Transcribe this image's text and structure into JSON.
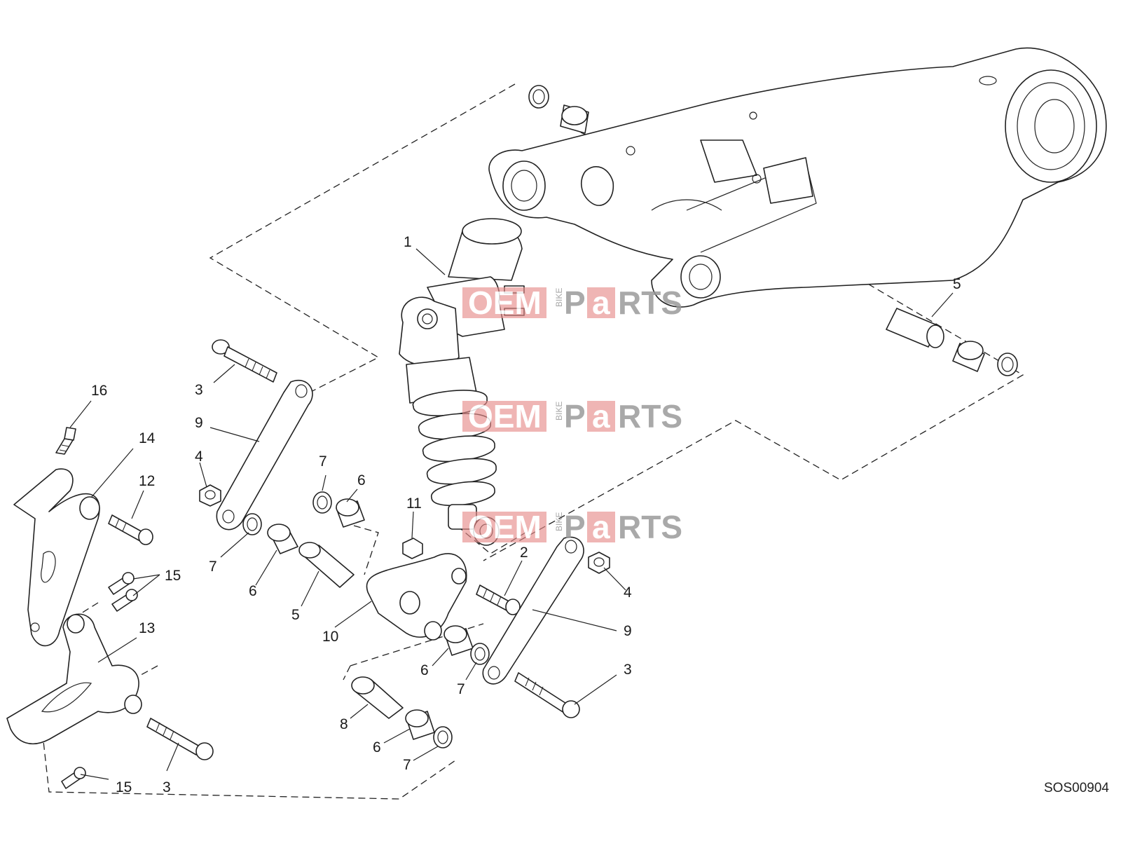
{
  "diagram": {
    "code": "SOS00904",
    "watermark": {
      "oem": "OEM",
      "bike": "BIKE",
      "p": "P",
      "a": "a",
      "rts": "RTS"
    },
    "callouts": [
      {
        "id": "c-1",
        "text": "1"
      },
      {
        "id": "c-5a",
        "text": "5"
      },
      {
        "id": "c-16",
        "text": "16"
      },
      {
        "id": "c-14",
        "text": "14"
      },
      {
        "id": "c-12",
        "text": "12"
      },
      {
        "id": "c-15a",
        "text": "15"
      },
      {
        "id": "c-13",
        "text": "13"
      },
      {
        "id": "c-3a",
        "text": "3"
      },
      {
        "id": "c-9a",
        "text": "9"
      },
      {
        "id": "c-4a",
        "text": "4"
      },
      {
        "id": "c-7a",
        "text": "7"
      },
      {
        "id": "c-6a",
        "text": "6"
      },
      {
        "id": "c-7b",
        "text": "7"
      },
      {
        "id": "c-6b",
        "text": "6"
      },
      {
        "id": "c-5b",
        "text": "5"
      },
      {
        "id": "c-10",
        "text": "10"
      },
      {
        "id": "c-11",
        "text": "11"
      },
      {
        "id": "c-2",
        "text": "2"
      },
      {
        "id": "c-4b",
        "text": "4"
      },
      {
        "id": "c-9b",
        "text": "9"
      },
      {
        "id": "c-3b",
        "text": "3"
      },
      {
        "id": "c-6c",
        "text": "6"
      },
      {
        "id": "c-7c",
        "text": "7"
      },
      {
        "id": "c-8",
        "text": "8"
      },
      {
        "id": "c-6d",
        "text": "6"
      },
      {
        "id": "c-7d",
        "text": "7"
      },
      {
        "id": "c-15b",
        "text": "15"
      },
      {
        "id": "c-3c",
        "text": "3"
      }
    ]
  }
}
